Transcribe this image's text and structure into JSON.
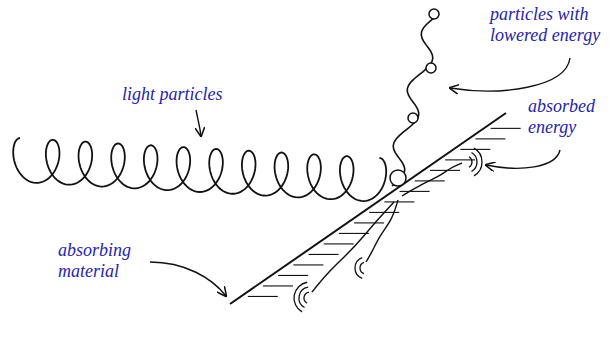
{
  "diagram": {
    "labels": [
      "light particles",
      "particles with lowered energy",
      "absorbing material",
      "absorbed energy"
    ]
  }
}
